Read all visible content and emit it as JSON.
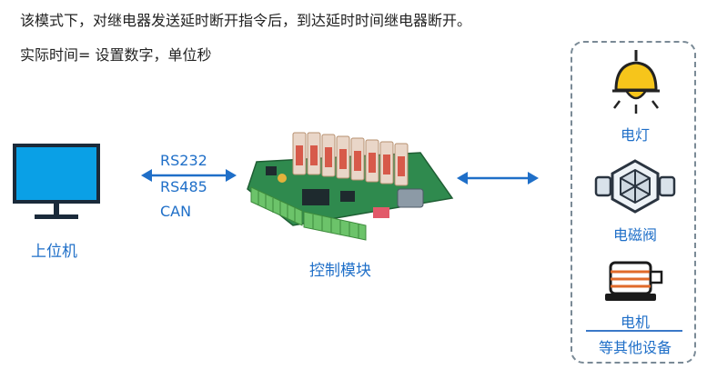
{
  "description": {
    "line1": "该模式下，对继电器发送延时断开指令后，到达延时时间继电器断开。",
    "line2": "实际时间= 设置数字，单位秒"
  },
  "host": {
    "label": "上位机"
  },
  "protocols": [
    "RS232",
    "RS485",
    "CAN"
  ],
  "module": {
    "label": "控制模块"
  },
  "devices": [
    {
      "label": "电灯",
      "icon": "lamp-icon"
    },
    {
      "label": "电磁阀",
      "icon": "valve-icon"
    },
    {
      "label": "电机",
      "icon": "motor-icon"
    }
  ],
  "other_devices": "等其他设备",
  "colors": {
    "accent": "#1f6fc8",
    "screen": "#0aa0e6",
    "lamp": "#f6c51b",
    "board": "#2f8a4e",
    "terminal": "#6cc36a"
  }
}
